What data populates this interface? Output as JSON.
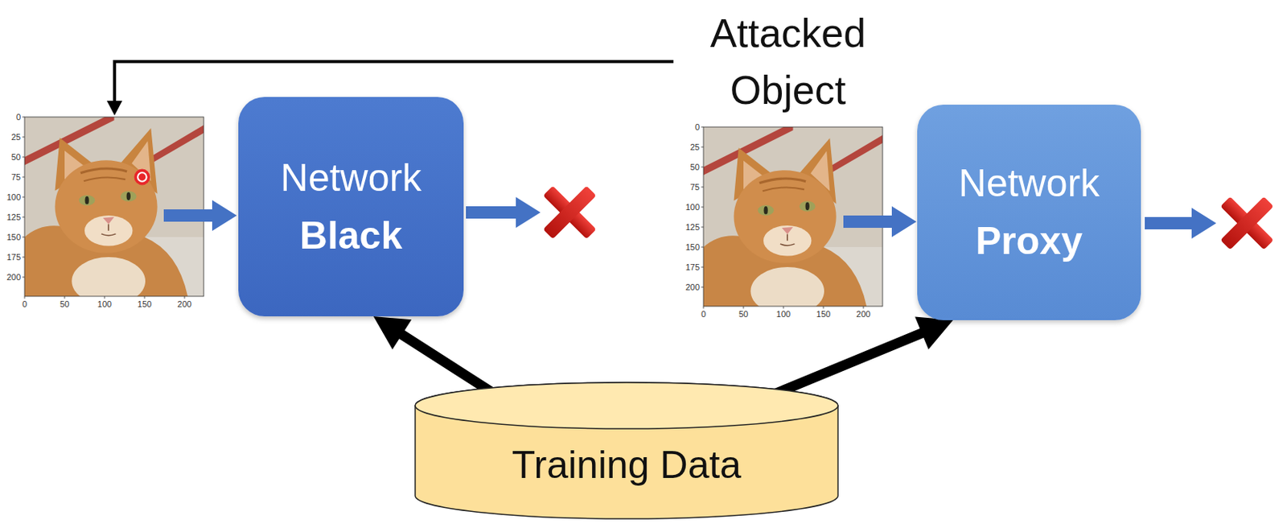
{
  "diagram": {
    "nodes": [
      {
        "text": [
          "Network",
          "Black"
        ]
      },
      {
        "text": [
          "Network",
          "Proxy"
        ]
      },
      {
        "text": [
          "Training Data"
        ]
      }
    ],
    "edges": [
      {
        "from": 2,
        "to": 0,
        "arrow": "to"
      },
      {
        "from": 2,
        "to": 1,
        "arrow": "to"
      }
    ],
    "labels": [
      "Attacked Object",
      "0",
      "50",
      "100",
      "150",
      "200",
      "0",
      "25",
      "50",
      "75",
      "100",
      "125",
      "150",
      "175",
      "200",
      "0",
      "50",
      "100",
      "150",
      "200",
      "0",
      "25",
      "50",
      "75",
      "100",
      "125",
      "150",
      "175",
      "200"
    ]
  }
}
